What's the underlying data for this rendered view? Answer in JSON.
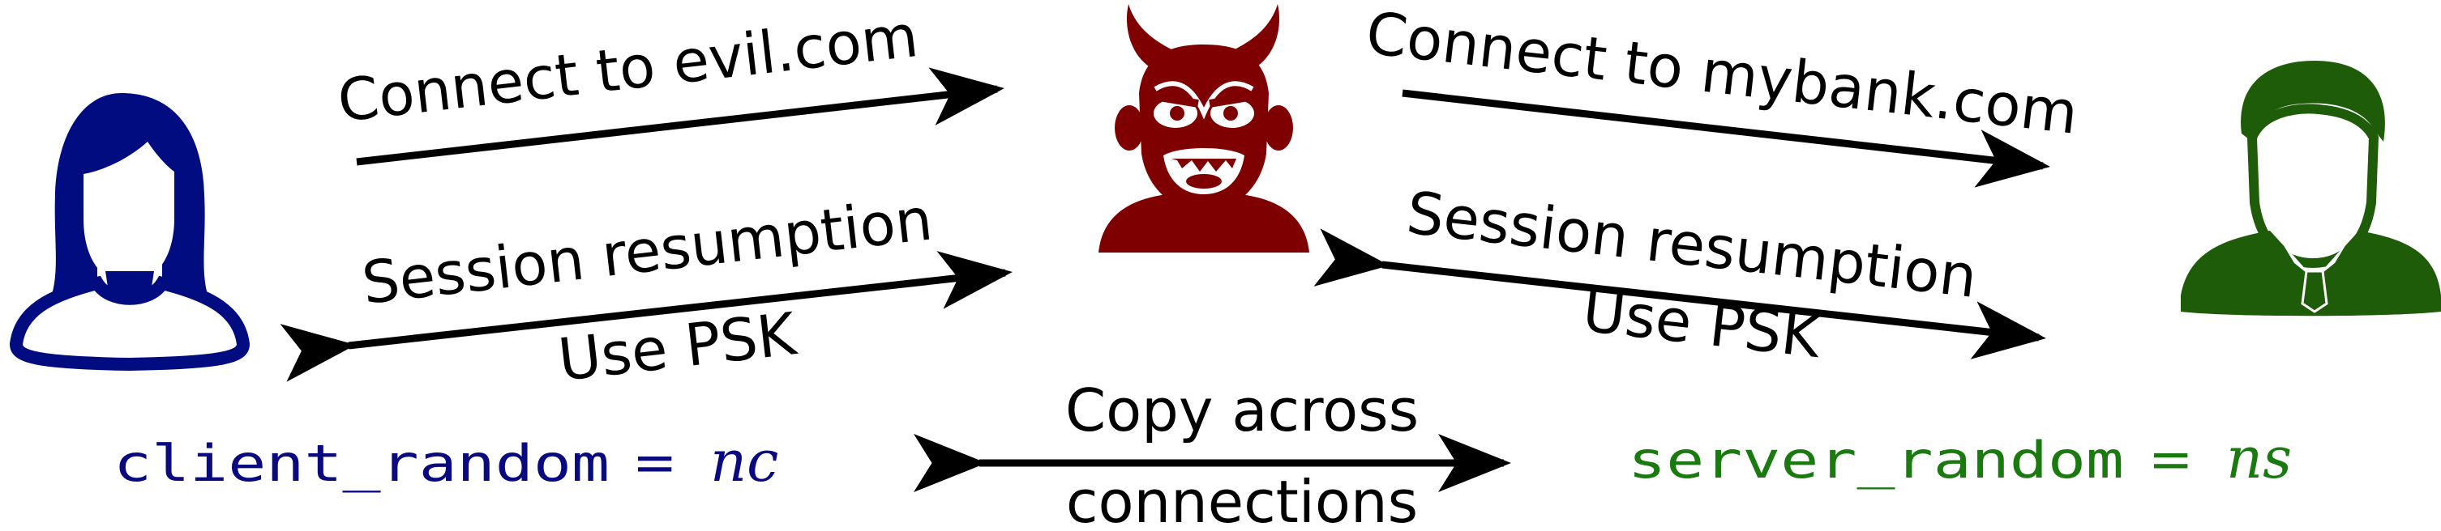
{
  "colors": {
    "client": "#000c7f",
    "attacker": "#7f0000",
    "server": "#1f5c0a",
    "client_random_text": "#0a0a80",
    "server_random_text": "#1a7a10",
    "arrow": "#000000"
  },
  "actors": {
    "client": {
      "icon": "woman-user-icon"
    },
    "attacker": {
      "icon": "devil-icon"
    },
    "server": {
      "icon": "businessman-user-icon"
    }
  },
  "labels": {
    "connect_evil": "Connect to evil.com",
    "connect_bank": "Connect to mybank.com",
    "session_left": "Session resumption",
    "psk_left": "Use PSK",
    "session_right": "Session resumption",
    "psk_right": "Use PSK",
    "copy_1": "Copy across",
    "copy_2": "connections"
  },
  "client_random": {
    "name": "client_random",
    "equals": "=",
    "value": "nc"
  },
  "server_random": {
    "name": "server_random",
    "equals": "=",
    "value": "ns"
  }
}
